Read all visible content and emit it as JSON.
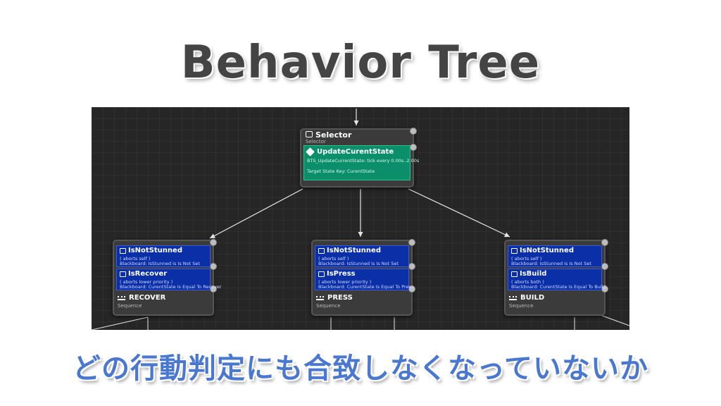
{
  "title": "Behavior Tree",
  "caption": "どの行動判定にも合致しなくなっていないか",
  "selector": {
    "name": "Selector",
    "subtitle": "Selector",
    "service": {
      "name": "UpdateCurentState",
      "line1": "BTS_UpdateCurrentState: tick every 0.00s..2.00s",
      "line2": "Target State Key: CurentState"
    }
  },
  "branches": [
    {
      "decorator1": {
        "name": "IsNotStunned",
        "line1": "( aborts self )",
        "line2": "Blackboard: IsStunned is Is Not Set"
      },
      "decorator2": {
        "name": "IsRecover",
        "line1": "( aborts lower priority )",
        "line2": "Blackboard: CurentState Is Equal To Recover"
      },
      "sequence": {
        "name": "RECOVER",
        "subtitle": "Sequence"
      }
    },
    {
      "decorator1": {
        "name": "IsNotStunned",
        "line1": "( aborts self )",
        "line2": "Blackboard: IsStunned is Is Not Set"
      },
      "decorator2": {
        "name": "IsPress",
        "line1": "( aborts lower priority )",
        "line2": "Blackboard: CurentState Is Equal To Press"
      },
      "sequence": {
        "name": "PRESS",
        "subtitle": "Sequence"
      }
    },
    {
      "decorator1": {
        "name": "IsNotStunned",
        "line1": "( aborts self )",
        "line2": "Blackboard: IsStunned is Is Not Set"
      },
      "decorator2": {
        "name": "IsBuild",
        "line1": "( aborts both )",
        "line2": "Blackboard: CurentState Is Equal To Build"
      },
      "sequence": {
        "name": "BUILD",
        "subtitle": "Sequence"
      }
    }
  ],
  "colors": {
    "title": "#444444",
    "caption": "#4a78d0",
    "service": "#0a8f6a",
    "decorator": "#0b2fa6",
    "canvas": "#262626"
  },
  "icons": {
    "selector": "selector-icon",
    "service": "service-icon",
    "decorator": "decorator-icon",
    "sequence": "sequence-icon"
  }
}
